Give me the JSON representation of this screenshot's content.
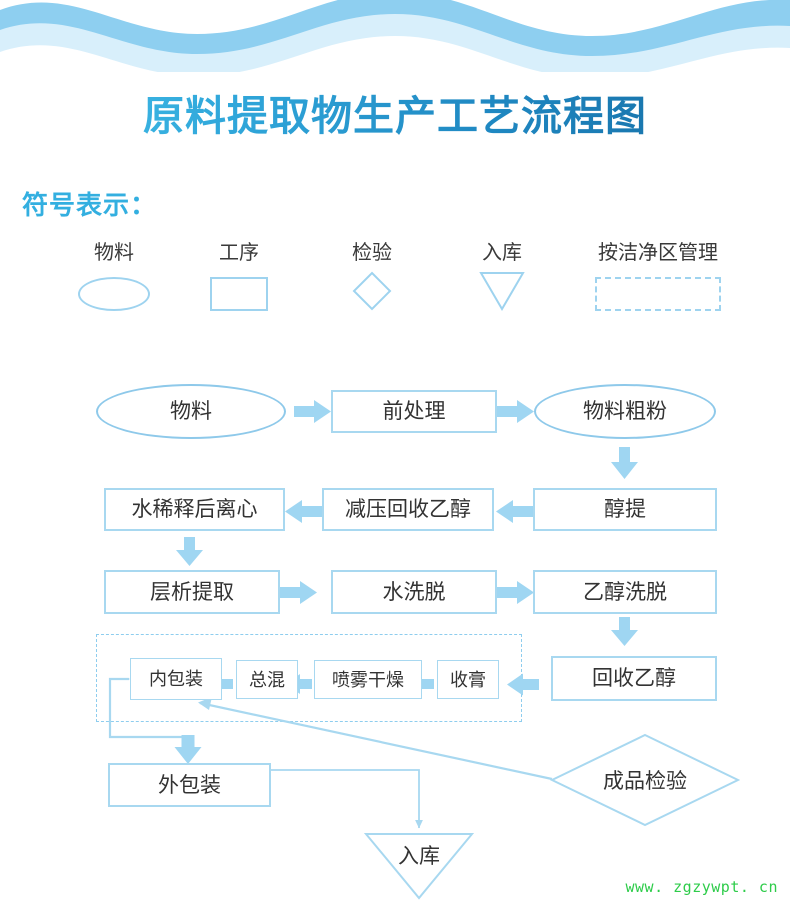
{
  "title": "原料提取物生产工艺流程图",
  "legend": {
    "heading": "符号表示：",
    "items": [
      {
        "label": "物料",
        "shape": "ellipse"
      },
      {
        "label": "工序",
        "shape": "rectangle"
      },
      {
        "label": "检验",
        "shape": "diamond"
      },
      {
        "label": "入库",
        "shape": "triangle-down"
      },
      {
        "label": "按洁净区管理",
        "shape": "dashed-rectangle"
      }
    ]
  },
  "watermark": "www. zgzywpt. cn",
  "colors": {
    "wave_dark": "#8ecff0",
    "wave_light": "#d8effb",
    "shape_stroke": "#a8d8f0",
    "ellipse_stroke": "#8ec9ea",
    "arrow_fill": "#9fd6f2",
    "connector_line": "#a8d8f0",
    "title_gradient_start": "#46c2ea",
    "title_gradient_end": "#15699f",
    "heading_blue": "#33afe0",
    "node_text": "#333333",
    "watermark_green": "#2ecc4a"
  },
  "chart_data": {
    "type": "flowchart",
    "title": "原料提取物生产工艺流程图",
    "nodes": [
      {
        "id": "wuliao",
        "label": "物料",
        "shape": "ellipse"
      },
      {
        "id": "qianchuli",
        "label": "前处理",
        "shape": "rectangle"
      },
      {
        "id": "wuliaocufen",
        "label": "物料粗粉",
        "shape": "ellipse"
      },
      {
        "id": "chunti",
        "label": "醇提",
        "shape": "rectangle"
      },
      {
        "id": "jianyahuishou",
        "label": "减压回收乙醇",
        "shape": "rectangle"
      },
      {
        "id": "shuixishi",
        "label": "水稀释后离心",
        "shape": "rectangle"
      },
      {
        "id": "cengxi",
        "label": "层析提取",
        "shape": "rectangle"
      },
      {
        "id": "shuixituo",
        "label": "水洗脱",
        "shape": "rectangle"
      },
      {
        "id": "yichunxituo",
        "label": "乙醇洗脱",
        "shape": "rectangle"
      },
      {
        "id": "huishouyichun",
        "label": "回收乙醇",
        "shape": "rectangle"
      },
      {
        "id": "shougao",
        "label": "收膏",
        "shape": "rectangle"
      },
      {
        "id": "penwu",
        "label": "喷雾干燥",
        "shape": "rectangle"
      },
      {
        "id": "zonghun",
        "label": "总混",
        "shape": "rectangle"
      },
      {
        "id": "neibaozhuang",
        "label": "内包装",
        "shape": "rectangle"
      },
      {
        "id": "waibaozhuang",
        "label": "外包装",
        "shape": "rectangle"
      },
      {
        "id": "ruku",
        "label": "入库",
        "shape": "triangle-down"
      },
      {
        "id": "chengpinjianyan",
        "label": "成品检验",
        "shape": "diamond"
      }
    ],
    "edges": [
      {
        "from": "wuliao",
        "to": "qianchuli"
      },
      {
        "from": "qianchuli",
        "to": "wuliaocufen"
      },
      {
        "from": "wuliaocufen",
        "to": "chunti"
      },
      {
        "from": "chunti",
        "to": "jianyahuishou"
      },
      {
        "from": "jianyahuishou",
        "to": "shuixishi"
      },
      {
        "from": "shuixishi",
        "to": "cengxi"
      },
      {
        "from": "cengxi",
        "to": "shuixituo"
      },
      {
        "from": "shuixituo",
        "to": "yichunxituo"
      },
      {
        "from": "yichunxituo",
        "to": "huishouyichun"
      },
      {
        "from": "huishouyichun",
        "to": "shougao"
      },
      {
        "from": "shougao",
        "to": "penwu"
      },
      {
        "from": "penwu",
        "to": "zonghun"
      },
      {
        "from": "zonghun",
        "to": "neibaozhuang"
      },
      {
        "from": "neibaozhuang",
        "to": "waibaozhuang"
      },
      {
        "from": "waibaozhuang",
        "to": "ruku"
      },
      {
        "from": "chengpinjianyan",
        "to": "neibaozhuang"
      }
    ],
    "groups": [
      {
        "label": "按洁净区管理",
        "style": "dashed",
        "members": [
          "shougao",
          "penwu",
          "zonghun",
          "neibaozhuang"
        ]
      }
    ]
  }
}
